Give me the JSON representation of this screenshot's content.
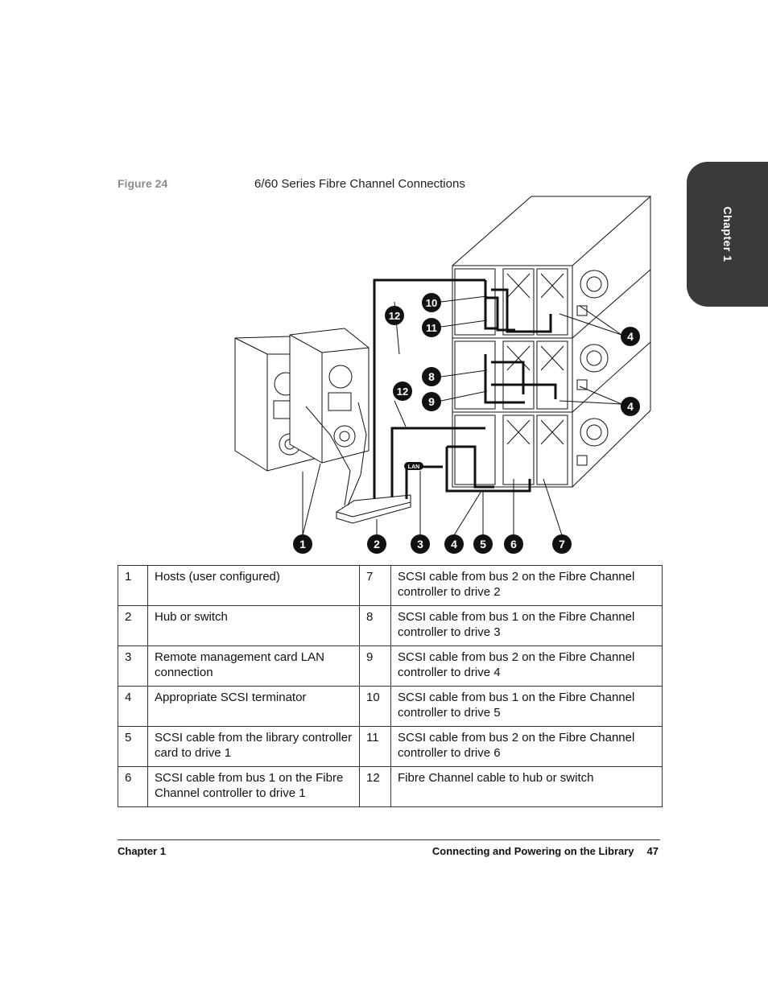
{
  "chapter_tab": "Chapter 1",
  "figure": {
    "label": "Figure 24",
    "title": "6/60 Series Fibre Channel Connections",
    "lan_label": "LAN",
    "callouts_bottom": [
      "1",
      "2",
      "3",
      "4",
      "5",
      "6",
      "7"
    ],
    "callouts_top": [
      "10",
      "11",
      "12",
      "8",
      "9",
      "12"
    ],
    "callouts_right": [
      "4",
      "4"
    ]
  },
  "legend": {
    "rows": [
      {
        "n1": "1",
        "d1": "Hosts (user configured)",
        "n2": "7",
        "d2": "SCSI cable from bus 2 on the Fibre Channel controller to drive 2"
      },
      {
        "n1": "2",
        "d1": "Hub or switch",
        "n2": "8",
        "d2": "SCSI cable from bus 1 on the Fibre Channel controller to drive 3"
      },
      {
        "n1": "3",
        "d1": "Remote management card LAN connection",
        "n2": "9",
        "d2": "SCSI cable from bus 2 on the Fibre Channel controller to drive 4"
      },
      {
        "n1": "4",
        "d1": "Appropriate SCSI terminator",
        "n2": "10",
        "d2": "SCSI cable from bus 1 on the Fibre Channel controller to drive 5"
      },
      {
        "n1": "5",
        "d1": "SCSI cable from the library controller card to drive 1",
        "n2": "11",
        "d2": "SCSI cable from bus 2 on the Fibre Channel controller to drive 6"
      },
      {
        "n1": "6",
        "d1": "SCSI cable from bus 1 on the Fibre Channel controller to drive 1",
        "n2": "12",
        "d2": "Fibre Channel cable to hub or switch"
      }
    ]
  },
  "footer": {
    "left": "Chapter 1",
    "right": "Connecting and Powering on the Library",
    "page": "47"
  }
}
